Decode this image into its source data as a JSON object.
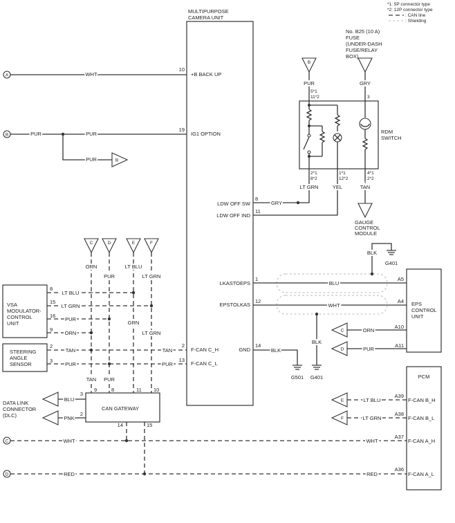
{
  "legend": {
    "note1": "*1: 5P connector type",
    "note2": "*2: 12P connector type",
    "can_line": ": CAN line",
    "shielding": ": Shielding"
  },
  "camera_unit": {
    "title1": "MULTIPURPOSE",
    "title2": "CAMERA UNIT",
    "pin_backup": "10",
    "label_backup": "+B BACK UP",
    "pin_ig1": "19",
    "label_ig1": "IG1 OPTION",
    "pin_ldw_sw": "8",
    "label_ldw_sw": "LDW OFF SW",
    "pin_ldw_ind": "11",
    "label_ldw_ind": "LDW OFF IND",
    "pin_lkas": "1",
    "label_lkas": "LKASTOEPS",
    "pin_eps": "12",
    "label_eps": "EPSTOLKAS",
    "pin_fcanh": "2",
    "label_fcanh": "F-CAN C_H",
    "pin_fcanl": "13",
    "label_fcanl": "F-CAN C_L",
    "pin_gnd": "14",
    "label_gnd": "GND"
  },
  "connectors": {
    "A": "A",
    "B": "B",
    "C": "C",
    "D": "D",
    "E": "E",
    "F": "F"
  },
  "wires": {
    "wht": "WHT",
    "pur": "PUR",
    "gry": "GRY",
    "lt_grn": "LT GRN",
    "yel": "YEL",
    "tan": "TAN",
    "blk": "BLK",
    "blu": "BLU",
    "orn": "ORN",
    "lt_blu": "LT BLU",
    "grn": "GRN",
    "pnk": "PNK",
    "red": "RED"
  },
  "fuse": {
    "line1": "No. B25 (10 A)",
    "line2": "FUSE",
    "line3": "(UNDER-DASH",
    "line4": "FUSE/RELAY",
    "line5": "BOX)"
  },
  "rdm_switch": {
    "line1": "RDM",
    "line2": "SWITCH",
    "pin_pur_a": "5*1",
    "pin_pur_b": "11*2",
    "pin_gry": "3",
    "pin_ltgrn_a": "2*1",
    "pin_ltgrn_b": "8*2",
    "pin_yel_a": "1*1",
    "pin_yel_b": "12*2",
    "pin_tan_a": "4*1",
    "pin_tan_b": "2*2"
  },
  "gauge": {
    "line1": "GAUGE",
    "line2": "CONTROL",
    "line3": "MODULE"
  },
  "grounds": {
    "g401_top": "G401",
    "g501": "G501",
    "g401_bottom": "G401"
  },
  "eps": {
    "line1": "EPS",
    "line2": "CONTROL",
    "line3": "UNIT",
    "pin_a5": "A5",
    "pin_a4": "A4",
    "pin_a10": "A10",
    "pin_a11": "A11"
  },
  "vsa": {
    "line1": "VSA",
    "line2": "MODULATOR-",
    "line3": "CONTROL",
    "line4": "UNIT",
    "pin8": "8",
    "pin15": "15",
    "pin16": "16",
    "pin9": "9"
  },
  "steering": {
    "line1": "STEERING",
    "line2": "ANGLE",
    "line3": "SENSOR",
    "pin2": "2",
    "pin3": "3"
  },
  "gateway": {
    "label": "CAN GATEWAY",
    "pin3": "3",
    "pin2": "2",
    "pin9": "9",
    "pin8": "8",
    "pin11": "11",
    "pin10": "10",
    "pin14": "14",
    "pin15": "15"
  },
  "dlc": {
    "line1": "DATA LINK",
    "line2": "CONNECTOR",
    "line3": "(DLC)"
  },
  "pcm": {
    "title": "PCM",
    "pin_a39": "A39",
    "label_a39": "F-CAN B_H",
    "pin_a38": "A38",
    "label_a38": "F-CAN B_L",
    "pin_a37": "A37",
    "label_a37": "F-CAN A_H",
    "pin_a36": "A36",
    "label_a36": "F-CAN A_L"
  }
}
